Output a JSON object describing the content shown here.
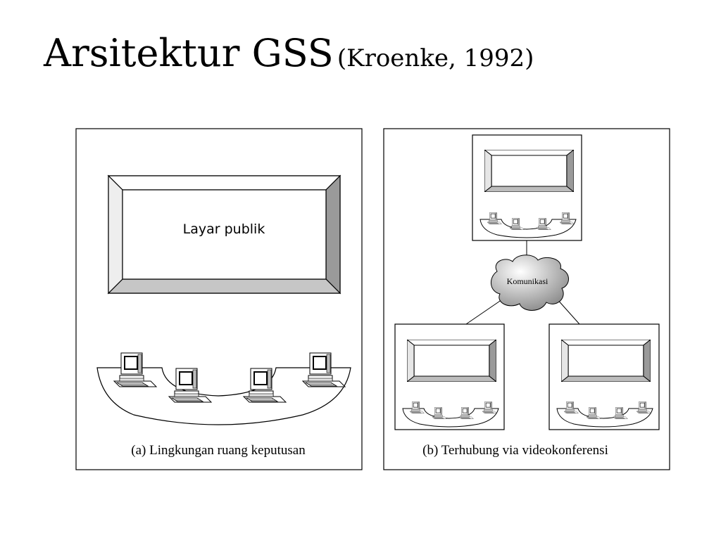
{
  "slide": {
    "title_main": "Arsitektur GSS",
    "title_citation": "(Kroenke, 1992)"
  },
  "panel_a": {
    "screen_label": "Layar publik",
    "caption": "(a) Lingkungan ruang keputusan",
    "workstations": 4
  },
  "panel_b": {
    "network_label": "Komunikasi",
    "caption": "(b) Terhubung via videokonferensi",
    "rooms": 3,
    "workstations_per_room": 4
  },
  "colors": {
    "line": "#000000",
    "bevel_light": "#ffffff",
    "bevel_mid": "#d4d4d4",
    "bevel_dark": "#9a9a9a",
    "cloud_light": "#ffffff",
    "cloud_dark": "#8a8a8a"
  }
}
